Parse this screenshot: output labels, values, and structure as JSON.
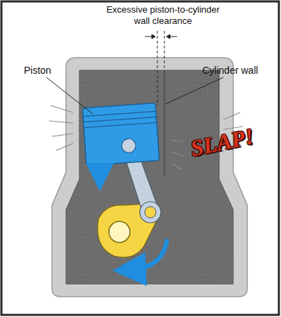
{
  "diagram": {
    "labels": [
      "Excessive piston-to-cylinder wall clearance",
      "Piston",
      "Cylinder wall",
      "SLAP!"
    ]
  }
}
